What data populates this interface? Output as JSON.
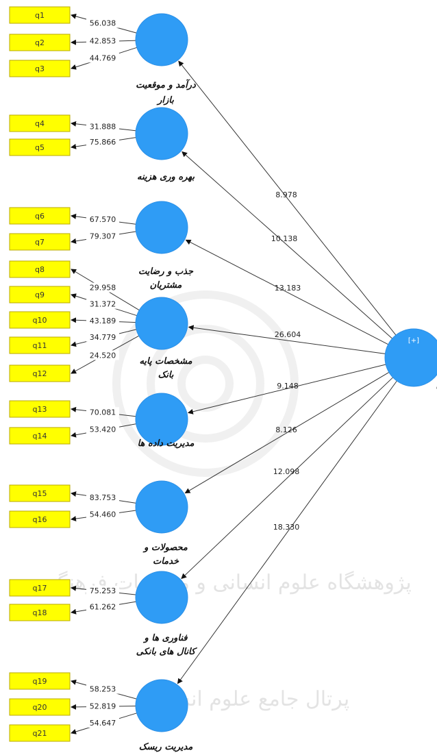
{
  "target": {
    "label": "خروجی ها",
    "badge": "[+]"
  },
  "constructs": [
    {
      "name": "درآمد و موقعیت بازار",
      "lines": [
        "درآمد و موقعیت",
        "بازار"
      ],
      "path_coef": "8.978",
      "indicators": [
        {
          "name": "q1",
          "weight": "56.038"
        },
        {
          "name": "q2",
          "weight": "42.853"
        },
        {
          "name": "q3",
          "weight": "44.769"
        }
      ]
    },
    {
      "name": "بهره وری هزینه",
      "lines": [
        "بهره وری هزینه"
      ],
      "path_coef": "10.138",
      "indicators": [
        {
          "name": "q4",
          "weight": "31.888"
        },
        {
          "name": "q5",
          "weight": "75.866"
        }
      ]
    },
    {
      "name": "جذب و رضایت مشتریان",
      "lines": [
        "جذب و رضایت",
        "مشتریان"
      ],
      "path_coef": "13.183",
      "indicators": [
        {
          "name": "q6",
          "weight": "67.570"
        },
        {
          "name": "q7",
          "weight": "79.307"
        }
      ]
    },
    {
      "name": "مشخصات پایه بانک",
      "lines": [
        "مشخصات پایه",
        "بانک"
      ],
      "path_coef": "26.604",
      "indicators": [
        {
          "name": "q8",
          "weight": "29.958"
        },
        {
          "name": "q9",
          "weight": "31.372"
        },
        {
          "name": "q10",
          "weight": "43.189"
        },
        {
          "name": "q11",
          "weight": "34.779"
        },
        {
          "name": "q12",
          "weight": "24.520"
        }
      ]
    },
    {
      "name": "مدیریت داده ها",
      "lines": [
        "مدیریت داده ها"
      ],
      "path_coef": "9.148",
      "indicators": [
        {
          "name": "q13",
          "weight": "70.081"
        },
        {
          "name": "q14",
          "weight": "53.420"
        }
      ]
    },
    {
      "name": "محصولات و خدمات",
      "lines": [
        "محصولات و",
        "خدمات"
      ],
      "path_coef": "8.126",
      "indicators": [
        {
          "name": "q15",
          "weight": "83.753"
        },
        {
          "name": "q16",
          "weight": "54.460"
        }
      ]
    },
    {
      "name": "فناوری ها و کانال های بانکی",
      "lines": [
        "فناوری ها و",
        "کانال های بانکی"
      ],
      "path_coef": "12.098",
      "indicators": [
        {
          "name": "q17",
          "weight": "75.253"
        },
        {
          "name": "q18",
          "weight": "61.262"
        }
      ]
    },
    {
      "name": "مدیریت ریسک",
      "lines": [
        "مدیریت ریسک"
      ],
      "path_coef": "18.330",
      "indicators": [
        {
          "name": "q19",
          "weight": "58.253"
        },
        {
          "name": "q20",
          "weight": "52.819"
        },
        {
          "name": "q21",
          "weight": "54.647"
        }
      ]
    }
  ],
  "watermark": {
    "line1": "پژوهشگاه علوم انسانی و مطالعات فرهنگی",
    "line2": "پرتال جامع علوم انسانی"
  },
  "colors": {
    "construct_fill": "#2f9cf5",
    "indicator_fill": "#ffff00",
    "target_fill": "#2f9cf5"
  }
}
